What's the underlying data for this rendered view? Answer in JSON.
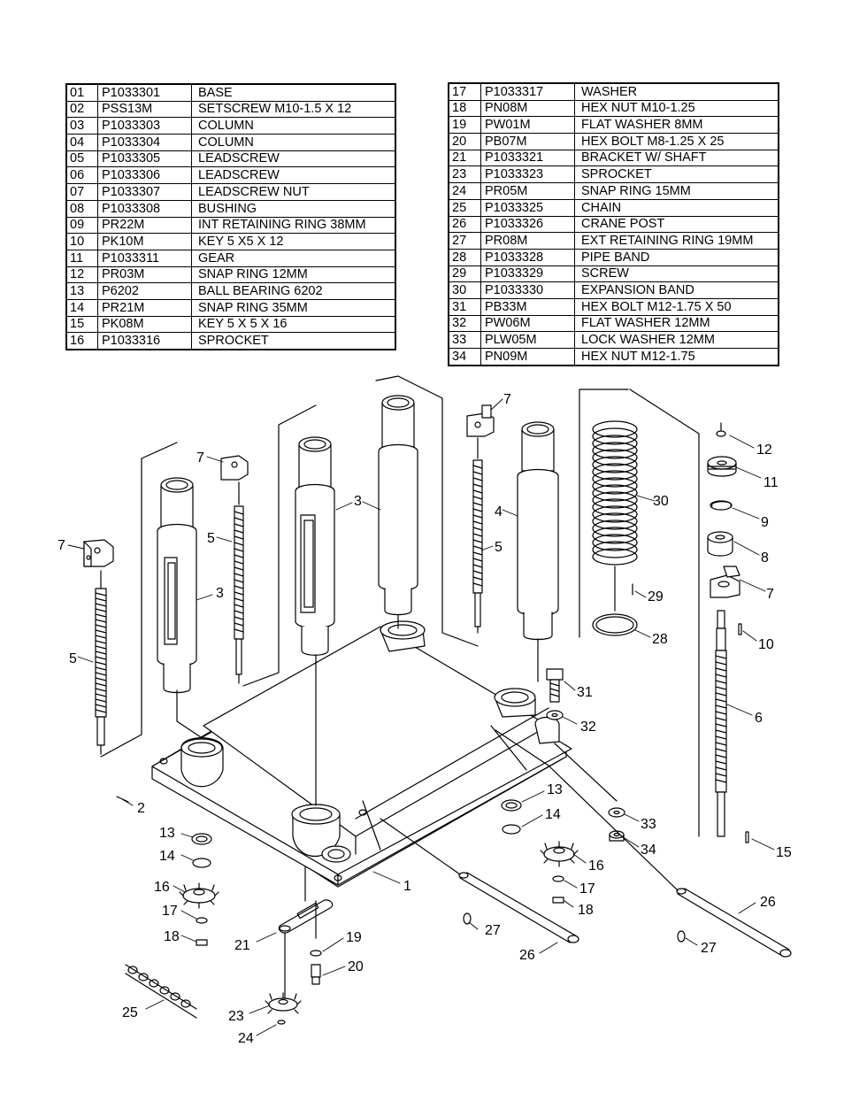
{
  "parts_left": [
    {
      "no": "01",
      "pn": "P1033301",
      "desc": "BASE"
    },
    {
      "no": "02",
      "pn": "PSS13M",
      "desc": "SETSCREW M10-1.5 X 12"
    },
    {
      "no": "03",
      "pn": "P1033303",
      "desc": "COLUMN"
    },
    {
      "no": "04",
      "pn": "P1033304",
      "desc": "COLUMN"
    },
    {
      "no": "05",
      "pn": "P1033305",
      "desc": "LEADSCREW"
    },
    {
      "no": "06",
      "pn": "P1033306",
      "desc": "LEADSCREW"
    },
    {
      "no": "07",
      "pn": "P1033307",
      "desc": "LEADSCREW NUT"
    },
    {
      "no": "08",
      "pn": "P1033308",
      "desc": "BUSHING"
    },
    {
      "no": "09",
      "pn": "PR22M",
      "desc": "INT RETAINING RING 38MM"
    },
    {
      "no": "10",
      "pn": "PK10M",
      "desc": "KEY 5 X5 X 12"
    },
    {
      "no": "11",
      "pn": "P1033311",
      "desc": "GEAR"
    },
    {
      "no": "12",
      "pn": "PR03M",
      "desc": "SNAP RING 12MM"
    },
    {
      "no": "13",
      "pn": "P6202",
      "desc": "BALL BEARING 6202"
    },
    {
      "no": "14",
      "pn": "PR21M",
      "desc": "SNAP RING 35MM"
    },
    {
      "no": "15",
      "pn": "PK08M",
      "desc": "KEY 5 X 5 X 16"
    },
    {
      "no": "16",
      "pn": "P1033316",
      "desc": "SPROCKET"
    }
  ],
  "parts_right": [
    {
      "no": "17",
      "pn": "P1033317",
      "desc": "WASHER"
    },
    {
      "no": "18",
      "pn": "PN08M",
      "desc": "HEX NUT M10-1.25"
    },
    {
      "no": "19",
      "pn": "PW01M",
      "desc": "FLAT WASHER 8MM"
    },
    {
      "no": "20",
      "pn": "PB07M",
      "desc": "HEX BOLT M8-1.25 X 25"
    },
    {
      "no": "21",
      "pn": "P1033321",
      "desc": "BRACKET W/ SHAFT"
    },
    {
      "no": "23",
      "pn": "P1033323",
      "desc": "SPROCKET"
    },
    {
      "no": "24",
      "pn": "PR05M",
      "desc": "SNAP RING 15MM"
    },
    {
      "no": "25",
      "pn": "P1033325",
      "desc": "CHAIN"
    },
    {
      "no": "26",
      "pn": "P1033326",
      "desc": "CRANE POST"
    },
    {
      "no": "27",
      "pn": "PR08M",
      "desc": "EXT RETAINING RING 19MM"
    },
    {
      "no": "28",
      "pn": "P1033328",
      "desc": "PIPE BAND"
    },
    {
      "no": "29",
      "pn": "P1033329",
      "desc": "SCREW"
    },
    {
      "no": "30",
      "pn": "P1033330",
      "desc": "EXPANSION BAND"
    },
    {
      "no": "31",
      "pn": "PB33M",
      "desc": "HEX BOLT M12-1.75 X 50"
    },
    {
      "no": "32",
      "pn": "PW06M",
      "desc": "FLAT WASHER 12MM"
    },
    {
      "no": "33",
      "pn": "PLW05M",
      "desc": "LOCK WASHER 12MM"
    },
    {
      "no": "34",
      "pn": "PN09M",
      "desc": "HEX NUT M12-1.75"
    }
  ],
  "callouts": {
    "c1": "1",
    "c2": "2",
    "c3a": "3",
    "c3b": "3",
    "c4": "4",
    "c5a": "5",
    "c5b": "5",
    "c5c": "5",
    "c6": "6",
    "c7a": "7",
    "c7b": "7",
    "c7c": "7",
    "c7d": "7",
    "c8": "8",
    "c9": "9",
    "c10": "10",
    "c11": "11",
    "c12": "12",
    "c13a": "13",
    "c13b": "13",
    "c14a": "14",
    "c14b": "14",
    "c15": "15",
    "c16a": "16",
    "c16b": "16",
    "c17a": "17",
    "c17b": "17",
    "c18a": "18",
    "c18b": "18",
    "c19": "19",
    "c20": "20",
    "c21": "21",
    "c23": "23",
    "c24": "24",
    "c25": "25",
    "c26a": "26",
    "c26b": "26",
    "c27a": "27",
    "c27b": "27",
    "c28": "28",
    "c29": "29",
    "c30": "30",
    "c31": "31",
    "c32": "32",
    "c33": "33",
    "c34": "34"
  }
}
